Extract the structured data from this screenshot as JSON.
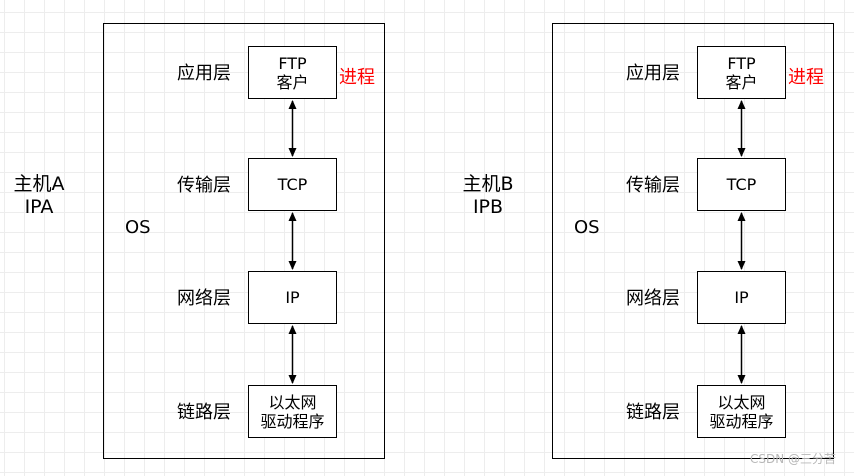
{
  "hosts": [
    {
      "name": "主机A",
      "ip": "IPA",
      "os_label": "OS",
      "layers": [
        {
          "label": "应用层",
          "box": [
            "FTP",
            "客户"
          ]
        },
        {
          "label": "传输层",
          "box": [
            "TCP"
          ]
        },
        {
          "label": "网络层",
          "box": [
            "IP"
          ]
        },
        {
          "label": "链路层",
          "box": [
            "以太网",
            "驱动程序"
          ]
        }
      ],
      "process_label": "进程"
    },
    {
      "name": "主机B",
      "ip": "IPB",
      "os_label": "OS",
      "layers": [
        {
          "label": "应用层",
          "box": [
            "FTP",
            "客户"
          ]
        },
        {
          "label": "传输层",
          "box": [
            "TCP"
          ]
        },
        {
          "label": "网络层",
          "box": [
            "IP"
          ]
        },
        {
          "label": "链路层",
          "box": [
            "以太网",
            "驱动程序"
          ]
        }
      ],
      "process_label": "进程"
    }
  ],
  "colors": {
    "process_label": "#ff0000",
    "line": "#000000",
    "grid": "#ededed"
  },
  "watermark": "CSDN @三分苦"
}
